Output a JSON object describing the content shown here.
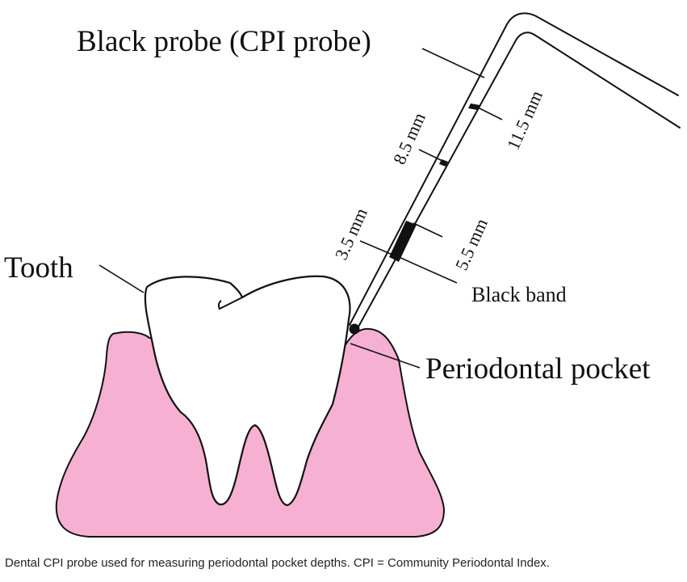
{
  "diagram": {
    "labels": {
      "probe": "Black probe (CPI probe)",
      "tooth": "Tooth",
      "black_band": "Black band",
      "pocket": "Periodontal pocket",
      "mark_3_5": "3.5 mm",
      "mark_5_5": "5.5 mm",
      "mark_8_5": "8.5 mm",
      "mark_11_5": "11.5 mm"
    },
    "colors": {
      "gum": "#f6b0d2",
      "tooth": "#ffffff",
      "outline": "#111111"
    }
  },
  "caption": "Dental CPI probe used for measuring periodontal pocket depths. CPI = Community Periodontal Index."
}
